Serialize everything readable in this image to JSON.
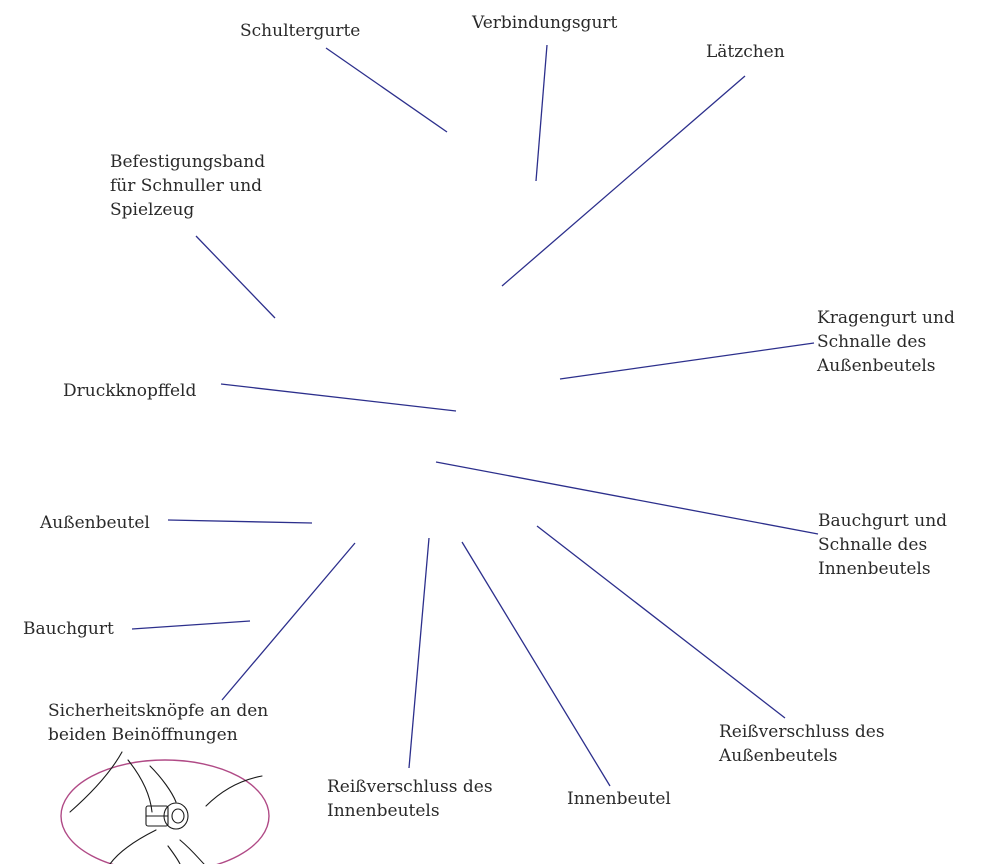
{
  "labels": {
    "shoulder_straps": [
      "Schultergurte"
    ],
    "connecting_strap": [
      "Verbindungsgurt"
    ],
    "bib": [
      "Lätzchen"
    ],
    "pacifier_band": [
      "Befestigungsband",
      "für Schnuller und",
      "Spielzeug"
    ],
    "collar_strap": [
      "Kragengurt und",
      "Schnalle des",
      "Außenbeutels"
    ],
    "snap_panel": [
      "Druckknopffeld"
    ],
    "belly_strap_buckle": [
      "Bauchgurt und",
      "Schnalle des",
      "Innenbeutels"
    ],
    "outer_pouch": [
      "Außenbeutel"
    ],
    "belly_strap": [
      "Bauchgurt"
    ],
    "safety_buttons": [
      "Sicherheitsknöpfe an den",
      "beiden Beinöffnungen"
    ],
    "outer_zipper": [
      "Reißverschluss des",
      "Außenbeutels"
    ],
    "inner_zipper": [
      "Reißverschluss des",
      "Innenbeutels"
    ],
    "inner_pouch": [
      "Innenbeutel"
    ]
  },
  "colors": {
    "leader_line": "#2c2f8c",
    "detail_ring": "#b04a86",
    "text": "#2a2a2a"
  }
}
